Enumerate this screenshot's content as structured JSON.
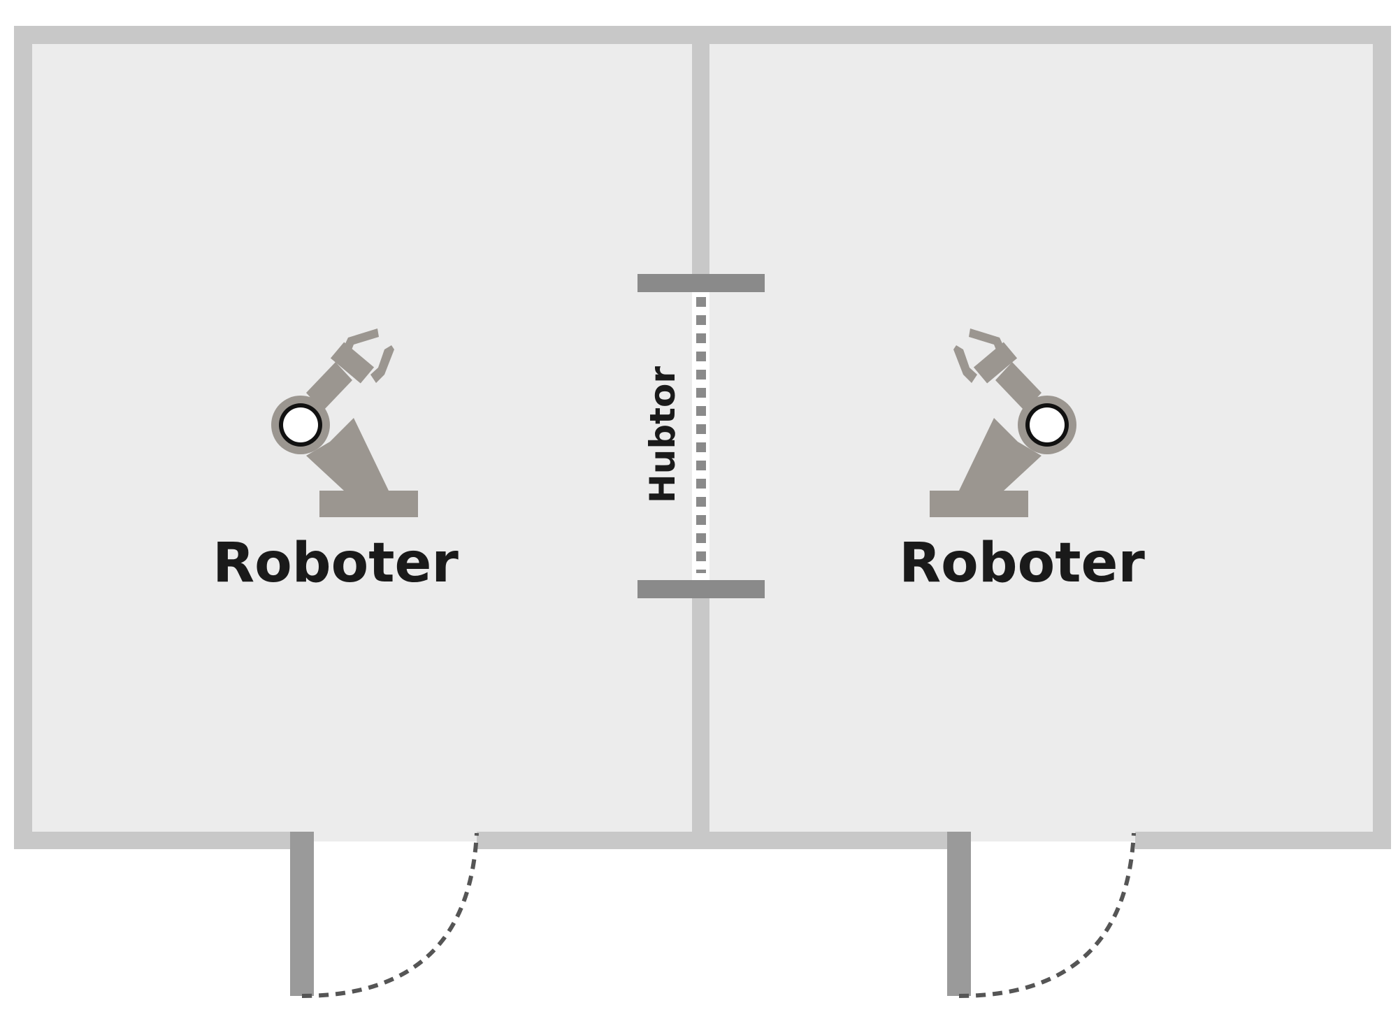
{
  "labels": {
    "robot_left": "Roboter",
    "robot_right": "Roboter",
    "lift_gate": "Hubtor"
  },
  "colors": {
    "floor": "#ececec",
    "wall": "#c8c8c8",
    "gate_post": "#8a8a8a",
    "door_panel": "#9a9a9a",
    "door_swing": "#555555",
    "robot": "#9b9690",
    "joint_fill": "#ffffff",
    "joint_ring": "#111111",
    "text": "#1a1a1a"
  }
}
